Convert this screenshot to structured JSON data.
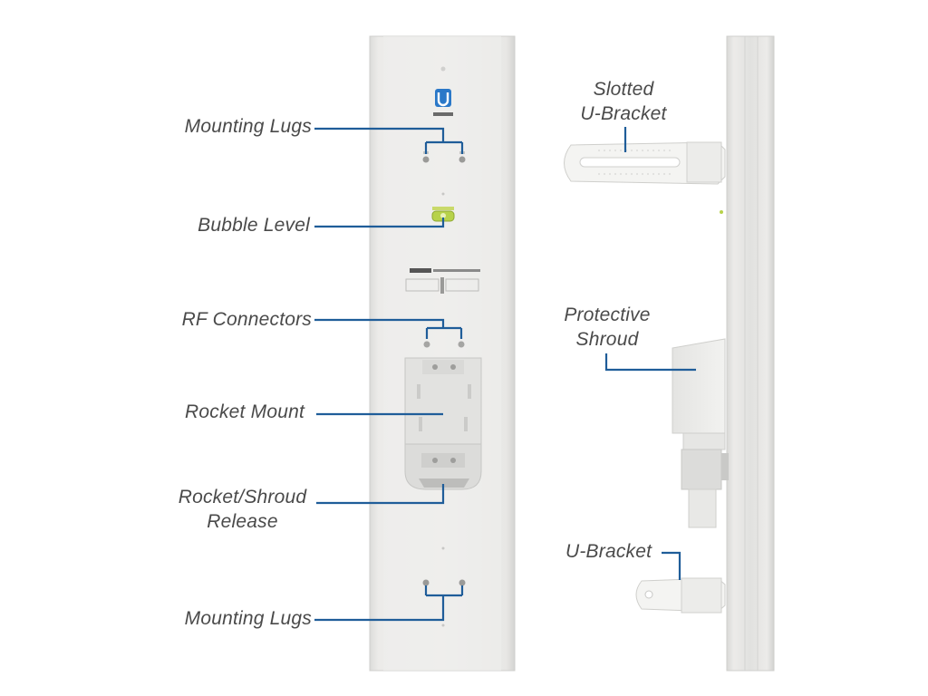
{
  "labels": {
    "mounting_lugs_top": "Mounting Lugs",
    "bubble_level": "Bubble Level",
    "rf_connectors": "RF Connectors",
    "rocket_mount": "Rocket Mount",
    "rocket_shroud_release_line1": "Rocket/Shroud",
    "rocket_shroud_release_line2": "Release",
    "mounting_lugs_bottom": "Mounting Lugs",
    "slotted_u_bracket_line1": "Slotted",
    "slotted_u_bracket_line2": "U-Bracket",
    "protective_shroud_line1": "Protective",
    "protective_shroud_line2": "Shroud",
    "u_bracket": "U-Bracket"
  },
  "colors": {
    "leader_line": "#1f5d99",
    "antenna_body": "#e6e6e4",
    "antenna_edge": "#cfcfcc",
    "bubble_level": "#b7d24a",
    "brand_logo": "#2a78c8"
  }
}
